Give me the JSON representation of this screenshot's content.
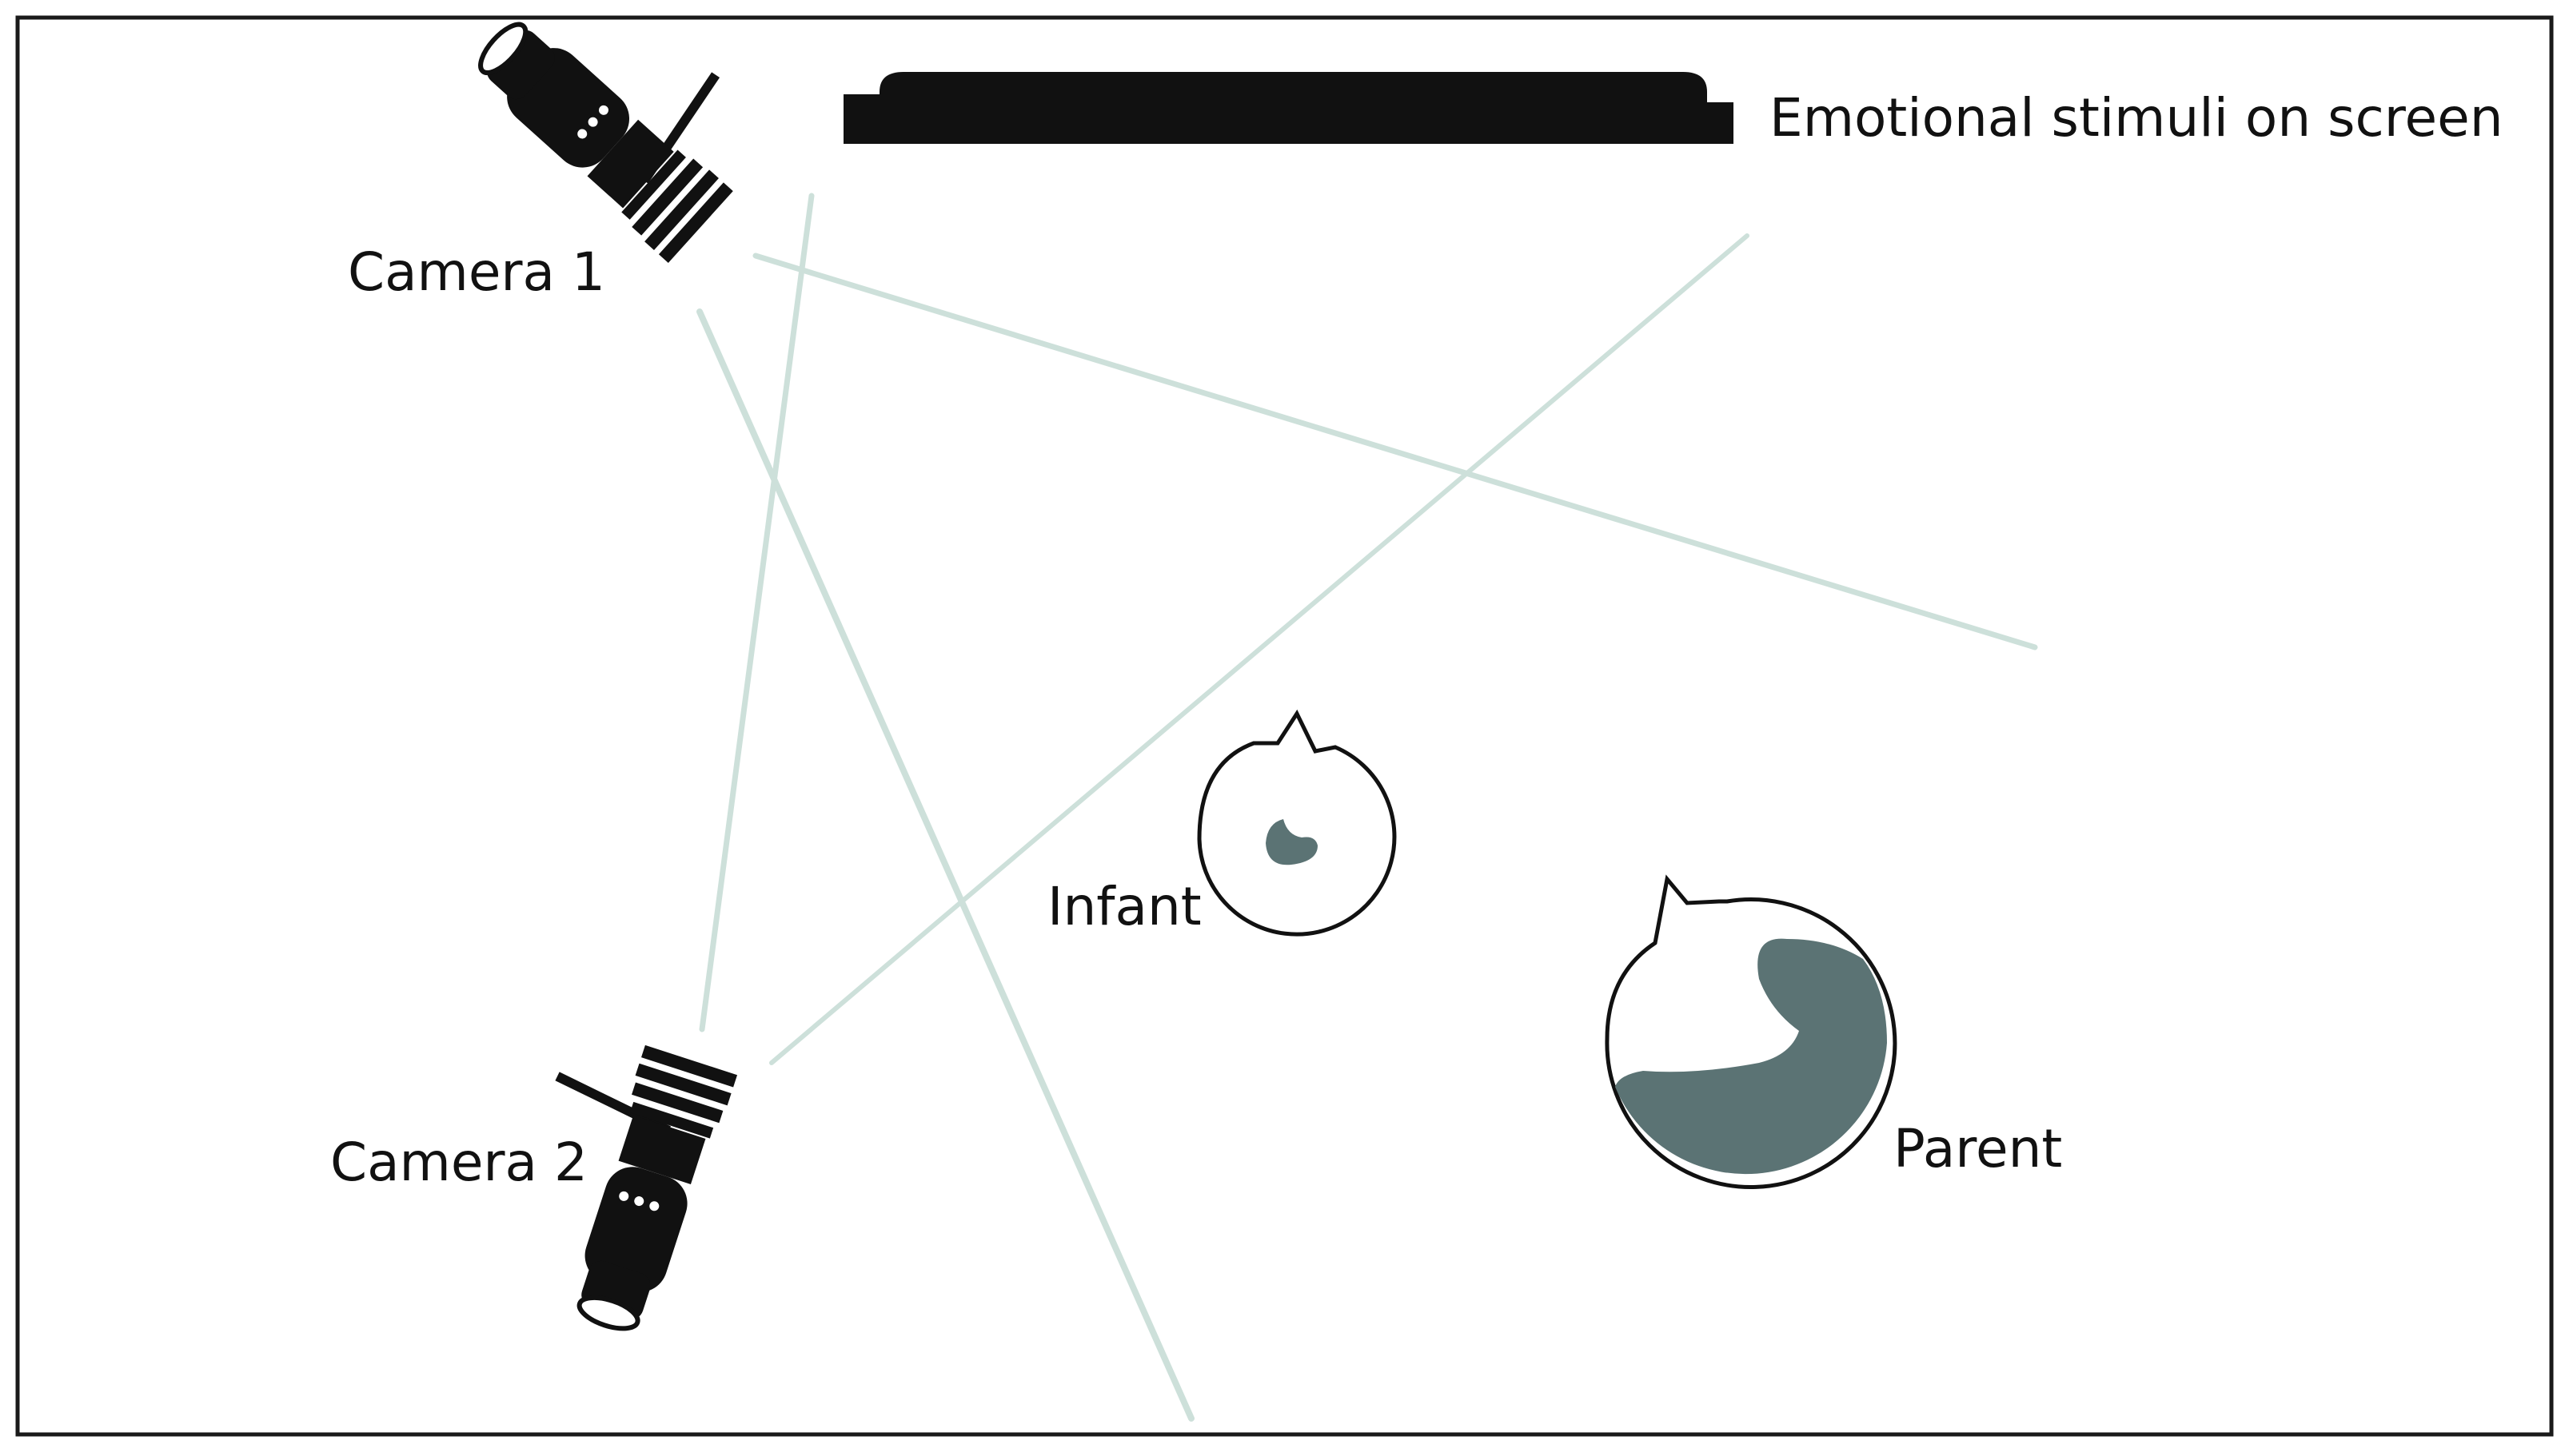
{
  "labels": {
    "screen": "Emotional stimuli on screen",
    "camera_1": "Camera 1",
    "camera_2": "Camera 2",
    "infant": "Infant",
    "parent": "Parent"
  },
  "colors": {
    "frame": "#1a1a1a",
    "device": "#111111",
    "view_lines": "#cde0da",
    "head_fill": "#5b7374",
    "background": "#ffffff"
  }
}
